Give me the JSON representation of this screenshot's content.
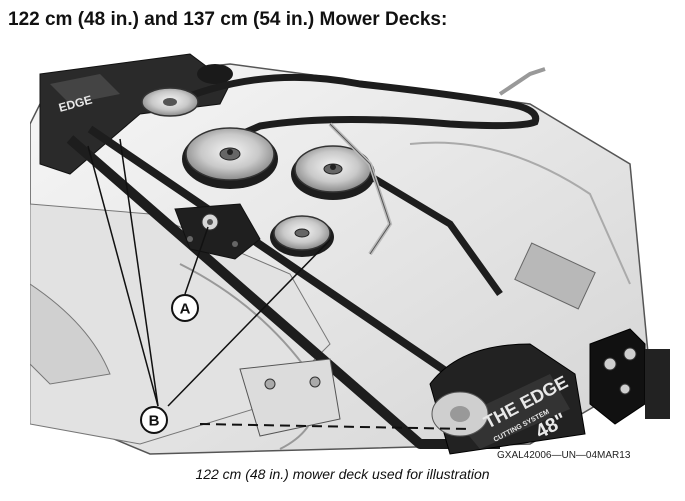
{
  "heading": "122 cm (48 in.) and 137 cm (54 in.) Mower Decks:",
  "figure": {
    "callouts": {
      "a": "A",
      "b": "B"
    },
    "deck_badge": {
      "brand": "THE EDGE",
      "subline": "CUTTING SYSTEM",
      "size": "48\""
    },
    "code": "GXAL42006—UN—04MAR13"
  },
  "caption": "122 cm (48 in.) mower deck used for illustration"
}
